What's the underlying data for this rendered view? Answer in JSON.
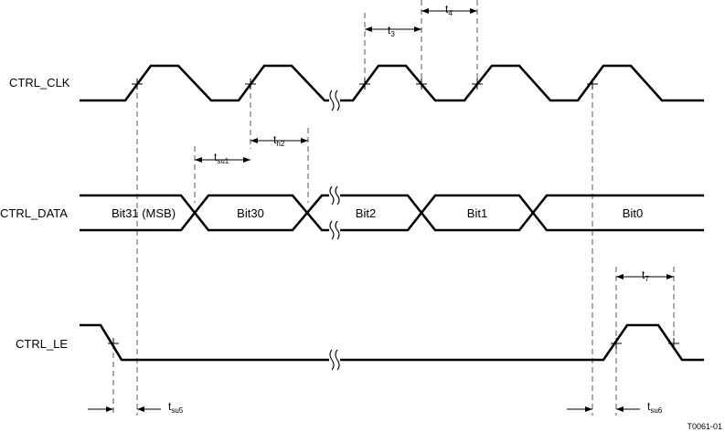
{
  "signals": {
    "clk": "CTRL_CLK",
    "data": "CTRL_DATA",
    "le": "CTRL_LE"
  },
  "bits": {
    "bit31": "Bit31 (MSB)",
    "bit30": "Bit30",
    "bit2": "Bit2",
    "bit1": "Bit1",
    "bit0": "Bit0"
  },
  "timing": {
    "t3": {
      "main": "t",
      "sub": "3"
    },
    "t4": {
      "main": "t",
      "sub": "4"
    },
    "tsu1": {
      "main": "t",
      "sub": "su1"
    },
    "th2": {
      "main": "t",
      "sub": "h2"
    },
    "t7": {
      "main": "t",
      "sub": "7"
    },
    "tsu5": {
      "main": "t",
      "sub": "su5"
    },
    "tsu6": {
      "main": "t",
      "sub": "su6"
    }
  },
  "figure_id": "T0061-01"
}
